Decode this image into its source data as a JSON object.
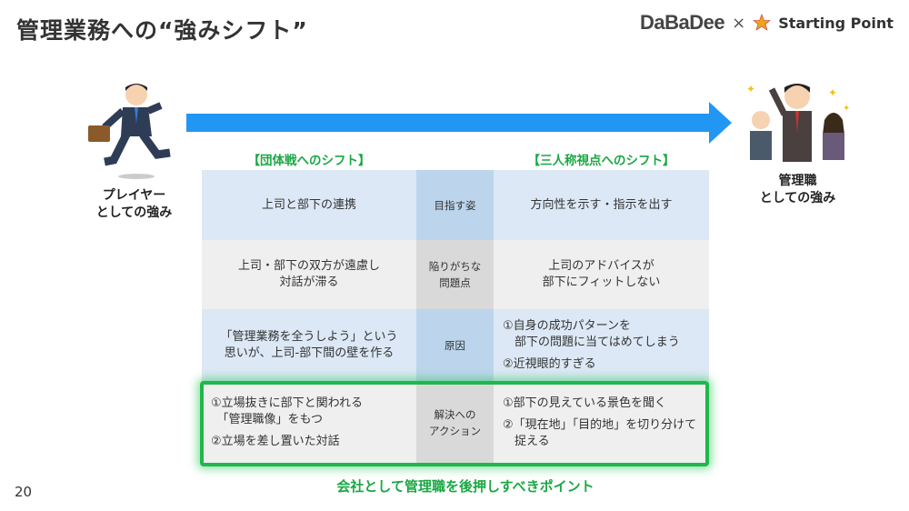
{
  "title": "管理業務への“強みシフト”",
  "logo": {
    "left": "DaBaDee",
    "times": "×",
    "right": "Starting Point"
  },
  "player_label": [
    "プレイヤー",
    "としての強み"
  ],
  "manager_label": [
    "管理職",
    "としての強み"
  ],
  "headers": {
    "left": "【団体戦へのシフト】",
    "right": "【三人称視点へのシフト】"
  },
  "rows": [
    {
      "left": [
        "上司と部下の連携"
      ],
      "mid": [
        "目指す姿"
      ],
      "right": [
        "方向性を示す・指示を出す"
      ]
    },
    {
      "left": [
        "上司・部下の双方が遠慮し",
        "対話が滞る"
      ],
      "mid": [
        "陥りがちな",
        "問題点"
      ],
      "right": [
        "上司のアドバイスが",
        "部下にフィットしない"
      ]
    },
    {
      "left": [
        "「管理業務を全うしよう」という",
        "思いが、上司-部下間の壁を作る"
      ],
      "mid": [
        "原因"
      ],
      "right": [
        "①自身の成功パターンを",
        "　部下の問題に当てはめてしまう",
        "②近視眼的すぎる"
      ]
    },
    {
      "left": [
        "①立場抜きに部下と関われる",
        "　「管理職像」をもつ",
        "②立場を差し置いた対話"
      ],
      "mid": [
        "解決への",
        "アクション"
      ],
      "right": [
        "①部下の見えている景色を聞く",
        "②「現在地」「目的地」を切り分けて",
        "　捉える"
      ]
    }
  ],
  "footer": "会社として管理職を後押しすべきポイント",
  "page_number": "20",
  "colors": {
    "accent_green": "#1aa844",
    "arrow_blue": "#2196f3"
  }
}
